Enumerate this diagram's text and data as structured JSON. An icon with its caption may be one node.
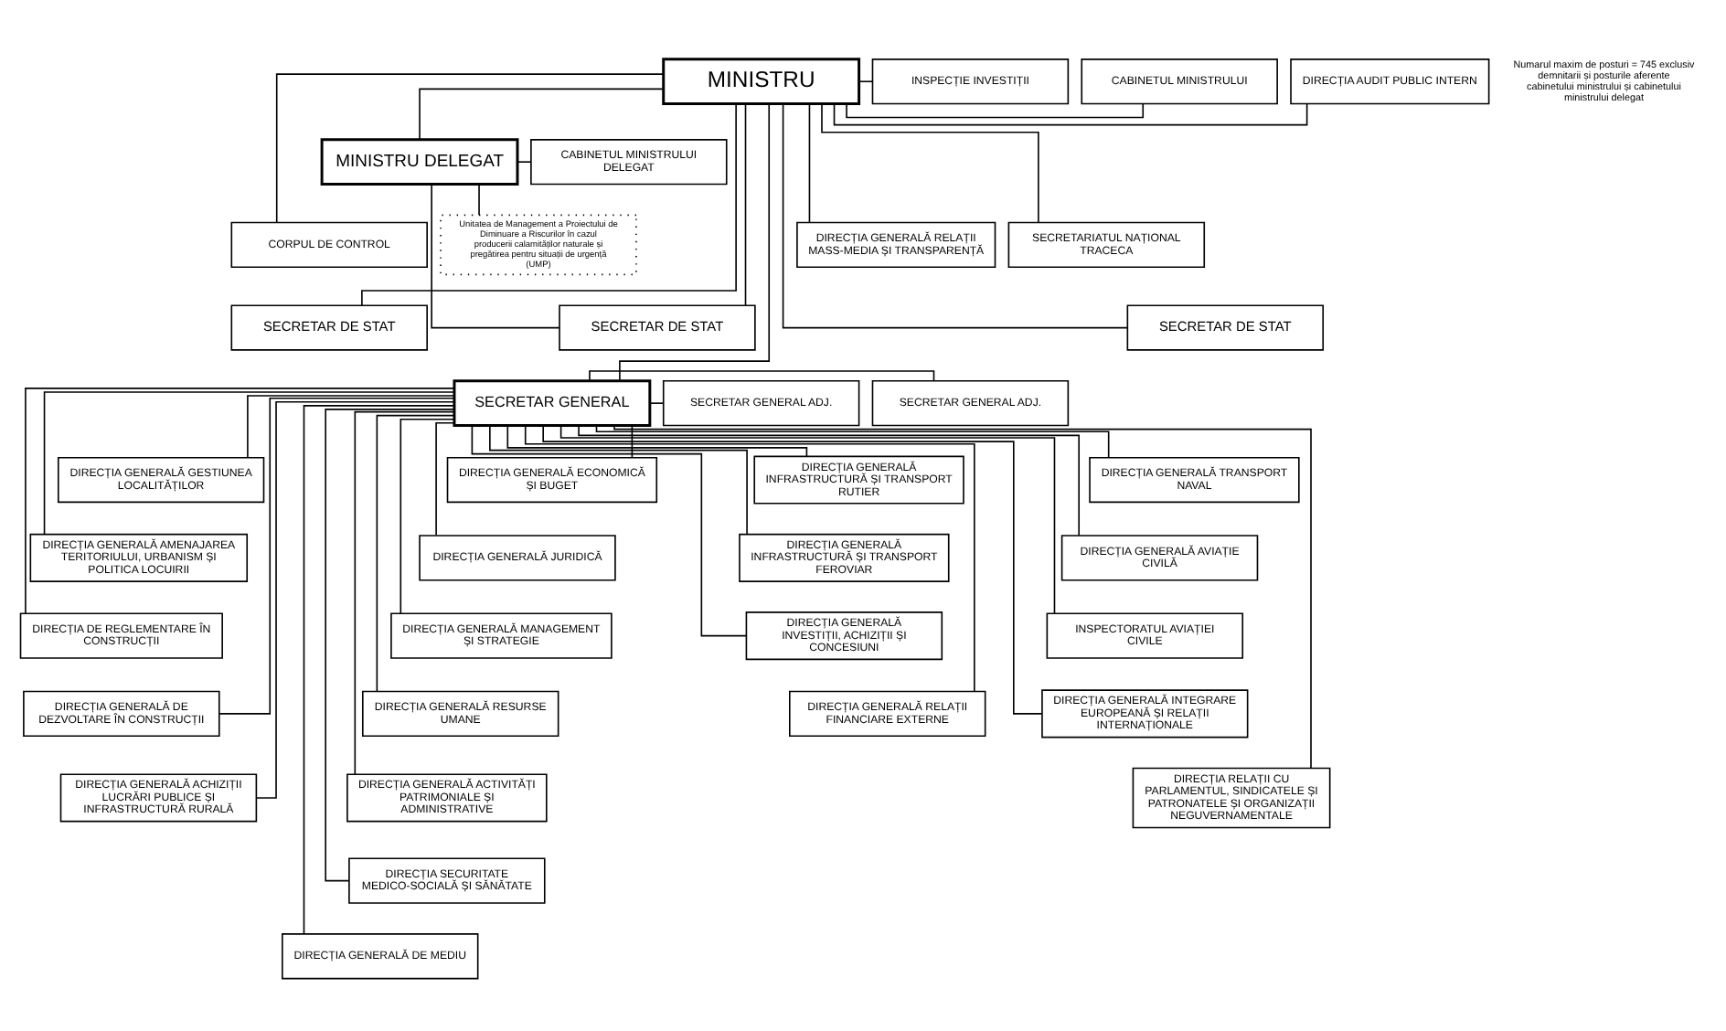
{
  "diagram": {
    "nodes": [
      {
        "text": [
          "MINISTRU"
        ]
      },
      {
        "text": [
          "CABINETUL MINISTRULUI"
        ]
      },
      {
        "text": [
          "INSPECȚIE INVESTIȚII"
        ]
      },
      {
        "text": [
          "DIRECȚIA AUDIT PUBLIC INTERN"
        ]
      },
      {
        "text": [
          "CABINETUL MINISTRULUI DELEGAT"
        ]
      },
      {
        "text": [
          "MINISTRU DELEGAT"
        ]
      },
      {
        "text": [
          "Unitatea de Management a Proiectului de Diminuare a Riscurilor în cazul producerii calamităților naturale și pregătirea pentru situații de urgență (UMP)"
        ]
      },
      {
        "text": [
          "DIRECȚIA GENERALĂ RELAȚII MASS-MEDIA ȘI TRANSPARENȚĂ"
        ]
      },
      {
        "text": [
          "CORPUL DE CONTROL"
        ]
      },
      {
        "text": [
          "SECRETARIATUL NAȚIONAL TRACECA"
        ]
      },
      {
        "text": [
          "SECRETAR DE STAT"
        ]
      },
      {
        "text": [
          "SECRETAR DE STAT"
        ]
      },
      {
        "text": [
          "SECRETAR DE STAT"
        ]
      },
      {
        "text": [
          "SECRETAR GENERAL ADJ."
        ]
      },
      {
        "text": [
          "SECRETAR GENERAL"
        ]
      },
      {
        "text": [
          "SECRETAR GENERAL ADJ."
        ]
      },
      {
        "text": [
          "DIRECȚIA GENERALĂ GESTIUNEA LOCALITĂȚILOR"
        ]
      },
      {
        "text": [
          "DIRECȚIA GENERALĂ AMENAJAREA TERITORIULUI, URBANISM ȘI POLITICA LOCUIRII"
        ]
      },
      {
        "text": [
          "DIRECȚIA DE REGLEMENTARE ÎN CONSTRUCȚII"
        ]
      },
      {
        "text": [
          "DIRECȚIA GENERALĂ DE DEZVOLTARE ÎN CONSTRUCȚII"
        ]
      },
      {
        "text": [
          "DIRECȚIA GENERALĂ ACHIZIȚII LUCRĂRI PUBLICE ȘI INFRASTRUCTURĂ RURALĂ"
        ]
      },
      {
        "text": [
          "DIRECȚIA GENERALĂ ECONOMICĂ ȘI BUGET"
        ]
      },
      {
        "text": [
          "DIRECȚIA GENERALĂ JURIDICĂ"
        ]
      },
      {
        "text": [
          "DIRECȚIA GENERALĂ MANAGEMENT ȘI STRATEGIE"
        ]
      },
      {
        "text": [
          "DIRECȚIA GENERALĂ RESURSE UMANE"
        ]
      },
      {
        "text": [
          "DIRECȚIA GENERALĂ ACTIVITĂȚI PATRIMONIALE ȘI ADMINISTRATIVE"
        ]
      },
      {
        "text": [
          "DIRECȚIA SECURITATE MEDICO-SOCIALĂ ȘI SĂNĂTATE"
        ]
      },
      {
        "text": [
          "DIRECȚIA GENERALĂ DE MEDIU"
        ]
      },
      {
        "text": [
          "DIRECȚIA GENERALĂ INFRASTRUCTURĂ ȘI TRANSPORT RUTIER"
        ]
      },
      {
        "text": [
          "DIRECȚIA GENERALĂ INFRASTRUCTURĂ ȘI TRANSPORT FEROVIAR"
        ]
      },
      {
        "text": [
          "DIRECȚIA GENERALĂ INVESTIȚII, ACHIZIȚII ȘI CONCESIUNI"
        ]
      },
      {
        "text": [
          "DIRECȚIA GENERALĂ RELAȚII FINANCIARE EXTERNE"
        ]
      },
      {
        "text": [
          "DIRECȚIA GENERALĂ TRANSPORT NAVAL"
        ]
      },
      {
        "text": [
          "DIRECȚIA GENERALĂ AVIAȚIE CIVILĂ"
        ]
      },
      {
        "text": [
          "INSPECTORATUL AVIAȚIEI CIVILE"
        ]
      },
      {
        "text": [
          "DIRECȚIA GENERALĂ INTEGRARE EUROPEANĂ ȘI RELAȚII INTERNAȚIONALE"
        ]
      },
      {
        "text": [
          "DIRECȚIA RELAȚII CU PARLAMENTUL, SINDICATELE ȘI PATRONATELE ȘI ORGANIZAȚII NEGUVERNAMENTALE"
        ]
      }
    ],
    "edges": [
      {
        "from": 0,
        "to": 1,
        "arrow": "none"
      },
      {
        "from": 0,
        "to": 2,
        "arrow": "none"
      },
      {
        "from": 0,
        "to": 3,
        "arrow": "none"
      },
      {
        "from": 0,
        "to": 5,
        "arrow": "none"
      },
      {
        "from": 5,
        "to": 4,
        "arrow": "none"
      },
      {
        "from": 5,
        "to": 6,
        "arrow": "none"
      },
      {
        "from": 0,
        "to": 7,
        "arrow": "none"
      },
      {
        "from": 0,
        "to": 9,
        "arrow": "none"
      },
      {
        "from": 0,
        "to": 8,
        "arrow": "none"
      },
      {
        "from": 5,
        "to": 10,
        "arrow": "none"
      },
      {
        "from": 0,
        "to": 10,
        "arrow": "none"
      },
      {
        "from": 0,
        "to": 11,
        "arrow": "none"
      },
      {
        "from": 0,
        "to": 12,
        "arrow": "none"
      },
      {
        "from": 0,
        "to": 14,
        "arrow": "none"
      },
      {
        "from": 14,
        "to": 13,
        "arrow": "none"
      },
      {
        "from": 14,
        "to": 15,
        "arrow": "none"
      },
      {
        "from": 14,
        "to": 16,
        "arrow": "none"
      },
      {
        "from": 14,
        "to": 17,
        "arrow": "none"
      },
      {
        "from": 14,
        "to": 18,
        "arrow": "none"
      },
      {
        "from": 14,
        "to": 19,
        "arrow": "none"
      },
      {
        "from": 14,
        "to": 20,
        "arrow": "none"
      },
      {
        "from": 14,
        "to": 21,
        "arrow": "none"
      },
      {
        "from": 14,
        "to": 22,
        "arrow": "none"
      },
      {
        "from": 14,
        "to": 23,
        "arrow": "none"
      },
      {
        "from": 14,
        "to": 24,
        "arrow": "none"
      },
      {
        "from": 14,
        "to": 25,
        "arrow": "none"
      },
      {
        "from": 14,
        "to": 26,
        "arrow": "none"
      },
      {
        "from": 14,
        "to": 27,
        "arrow": "none"
      },
      {
        "from": 14,
        "to": 28,
        "arrow": "none"
      },
      {
        "from": 14,
        "to": 29,
        "arrow": "none"
      },
      {
        "from": 14,
        "to": 30,
        "arrow": "none"
      },
      {
        "from": 14,
        "to": 31,
        "arrow": "none"
      },
      {
        "from": 14,
        "to": 32,
        "arrow": "none"
      },
      {
        "from": 14,
        "to": 33,
        "arrow": "none"
      },
      {
        "from": 14,
        "to": 34,
        "arrow": "none"
      },
      {
        "from": 14,
        "to": 35,
        "arrow": "none"
      },
      {
        "from": 14,
        "to": 36,
        "arrow": "none"
      }
    ],
    "labels": [
      "Numarul maxim de posturi = 745 exclusiv demnitarii și posturile aferente cabinetului ministrului și cabinetului ministrului delegat"
    ]
  }
}
